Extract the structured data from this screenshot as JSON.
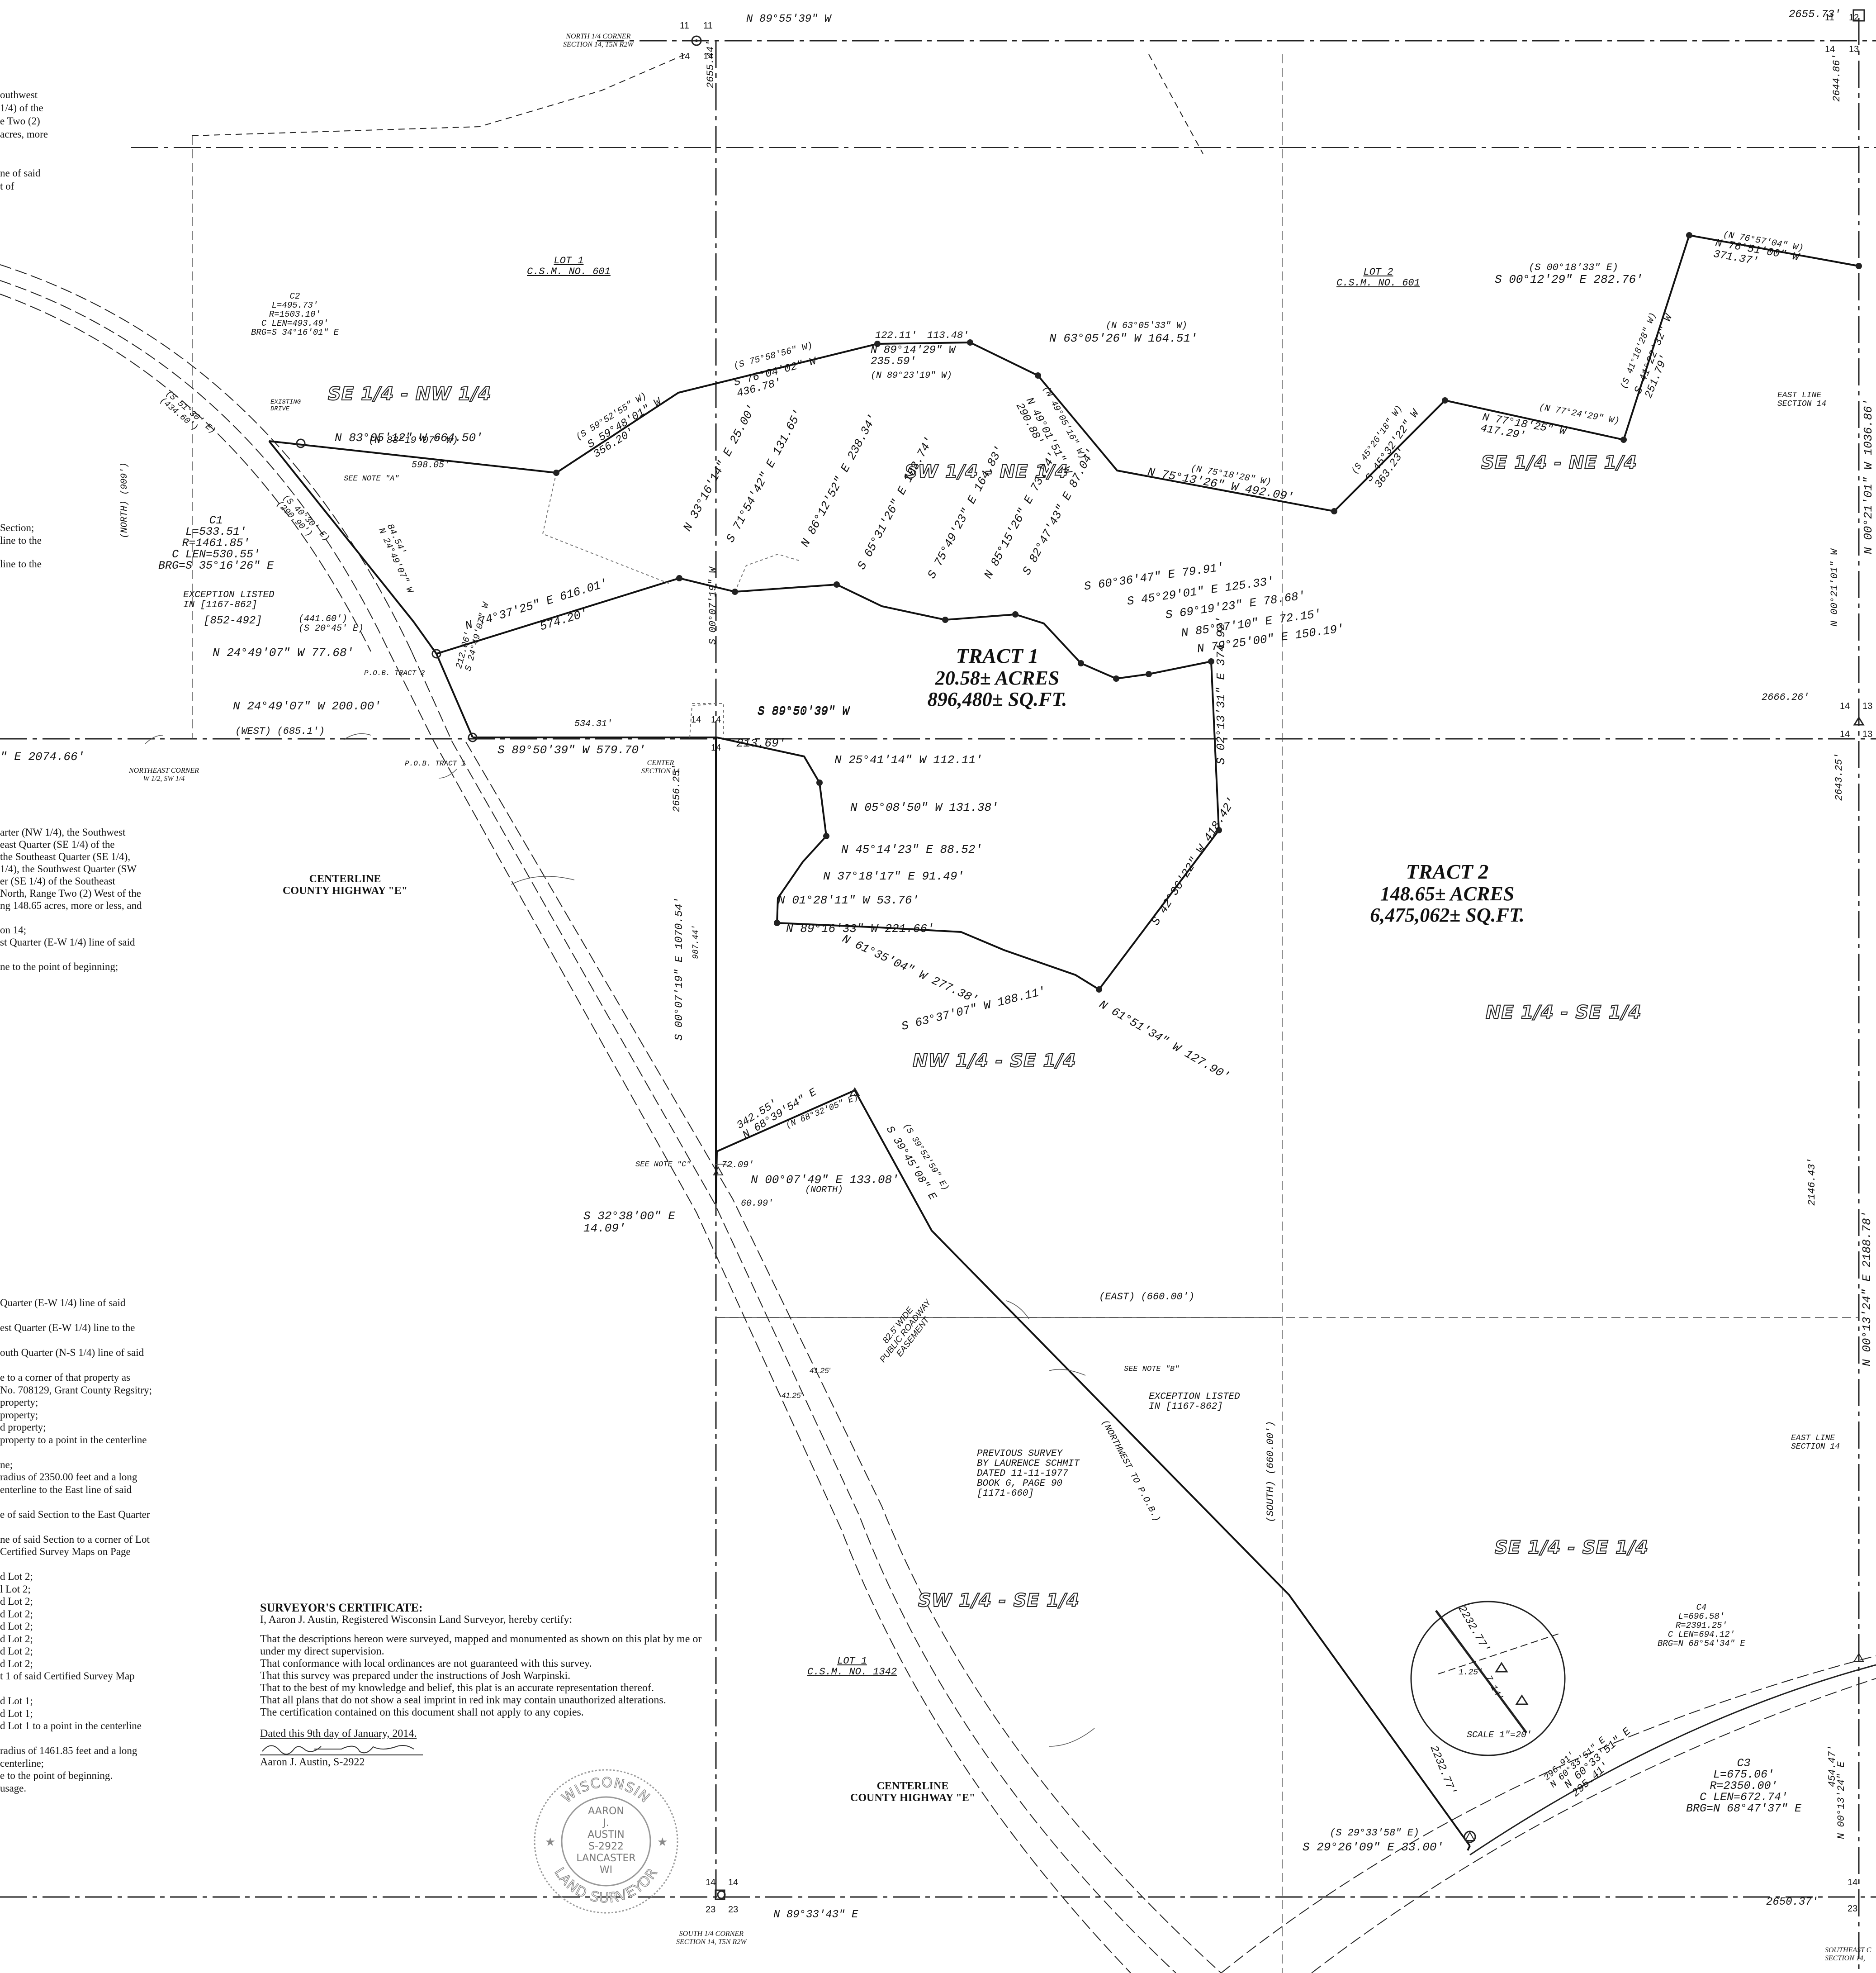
{
  "margin_notes_top": [
    "outhwest",
    "1/4) of the",
    "e Two (2)",
    "acres, more",
    "ne of said",
    "t of"
  ],
  "margin_notes_mid": [
    "Section;",
    "line to the",
    "line to the"
  ],
  "margin_notes_tract2": [
    "arter (NW 1/4), the Southwest",
    "east Quarter (SE 1/4) of the",
    "the Southeast Quarter (SE 1/4),",
    "1/4), the Southwest Quarter (SW",
    "er (SE 1/4) of the Southeast",
    "North, Range Two (2) West of the",
    "ng 148.65 acres, more or less, and",
    "",
    "on 14;",
    "st Quarter (E-W 1/4) line of said",
    "",
    "ne to the point of beginning;"
  ],
  "margin_notes_lower": [
    "Quarter (E-W 1/4) line of said",
    "",
    "est Quarter (E-W 1/4) line to the",
    "",
    "outh Quarter (N-S 1/4) line of said",
    "",
    "e to a corner of that property as",
    "No. 708129, Grant County Regsitry;",
    "property;",
    "property;",
    "d property;",
    "property to a point in the centerline",
    "",
    "ne;",
    "radius of 2350.00 feet and a long",
    "enterline to the East line of said",
    "",
    "e of said Section to the East Quarter",
    "",
    "ne of said Section to a corner of Lot",
    "Certified Survey Maps on Page",
    "",
    "d Lot 2;",
    "l Lot 2;",
    "d Lot 2;",
    "d Lot 2;",
    "d Lot 2;",
    "d Lot 2;",
    "d Lot 2;",
    "d Lot 2;",
    "t 1 of said Certified Survey Map",
    "",
    "d Lot 1;",
    "d Lot 1;",
    "d Lot 1 to a point in the centerline",
    "",
    "radius of 1461.85 feet and a long",
    "centerline;",
    "e to the point of beginning.",
    "usage."
  ],
  "corners": {
    "north_quarter": "NORTH 1/4 CORNER\nSECTION 14, T5N R2W",
    "south_quarter": "SOUTH 1/4 CORNER\nSECTION 14, T5N R2W",
    "southeast": "SOUTHEAST C\nSECTION 14,",
    "northeast_w_half": "NORTHEAST CORNER\nW 1/2, SW 1/4",
    "center": "CENTER\nSECTION 14"
  },
  "section_numbers": {
    "n_a": "11",
    "n_b": "11",
    "n_c": "14",
    "n_d": "14",
    "ne_a": "11",
    "ne_b": "12",
    "ne_c": "14",
    "ne_d": "13",
    "e_a": "14",
    "e_b": "13",
    "e2_a": "14",
    "e2_b": "13",
    "c_a": "14",
    "c_b": "14",
    "c_c": "14",
    "s_a": "14",
    "s_b": "14",
    "s_c": "23",
    "s_d": "23",
    "se_a": "14",
    "se_b": "23"
  },
  "tracts": [
    {
      "name": "TRACT 1",
      "acres": "20.58± ACRES",
      "sqft": "896,480± SQ.FT."
    },
    {
      "name": "TRACT 2",
      "acres": "148.65± ACRES",
      "sqft": "6,475,062± SQ.FT."
    }
  ],
  "quarter_labels": {
    "se_nw": "SE 1/4 - NW 1/4",
    "sw_ne": "SW 1/4 - NE 1/4",
    "se_ne": "SE 1/4 - NE 1/4",
    "ne_se": "NE 1/4 - SE 1/4",
    "nw_se": "NW 1/4 - SE 1/4",
    "sw_se": "SW 1/4 - SE 1/4",
    "se_se": "SE 1/4 - SE 1/4"
  },
  "lots": {
    "lot1_601": "LOT 1\nC.S.M. NO. 601",
    "lot2_601": "LOT 2\nC.S.M. NO. 601",
    "lot1_1342": "LOT 1\nC.S.M. NO. 1342"
  },
  "road": {
    "centerline_upper": "CENTERLINE\nCOUNTY HIGHWAY \"E\"",
    "centerline_lower": "CENTERLINE\nCOUNTY HIGHWAY \"E\"",
    "easement": "82.5' WIDE\nPUBLIC ROADWAY\nEASEMENT",
    "w41a": "41.25'",
    "w41b": "41.25'"
  },
  "curves": {
    "c1": "C1\nL=533.51'\nR=1461.85'\nC LEN=530.55'\nBRG=S 35°16'26\" E",
    "c2": "C2\nL=495.73'\nR=1503.10'\nC LEN=493.49'\nBRG=S 34°16'01\" E",
    "c3": "C3\nL=675.06'\nR=2350.00'\nC LEN=672.74'\nBRG=N 68°47'37\" E",
    "c4": "C4\nL=696.58'\nR=2391.25'\nC LEN=694.12'\nBRG=N 68°54'34\" E"
  },
  "tract1_calls": [
    "N 74°37'25\" E 616.01'",
    "574.20'",
    "N 33°16'14\" E 25.00'",
    "S 71°54'42\" E 131.65'",
    "N 86°12'52\" E 238.34'",
    "S 65°31'26\" E 103.74'",
    "S 75°49'23\" E 164.83'",
    "N 85°15'26\" E 73.24'",
    "S 82°47'43\" E 87.04'",
    "S 60°36'47\" E 79.91'",
    "S 45°29'01\" E 125.33'",
    "S 69°19'23\" E 78.68'",
    "N 85°37'10\" E 72.15'",
    "N 79°25'00\" E 150.19'",
    "S 02°13'31\" E 374.92'",
    "S 42°36'22\" W 418.42'",
    "N 61°51'34\" W 127.90'",
    "S 63°37'07\" W 188.11'",
    "N 61°35'04\" W 277.38'",
    "N 89°16'33\" W 221.66'",
    "N 01°28'11\" W 53.76'",
    "N 37°18'17\" E 91.49'",
    "N 45°14'23\" E 88.52'",
    "N 05°08'50\" W 131.38'",
    "N 25°41'14\" W 112.11'",
    "213.69'",
    "S 89°50'39\" W"
  ],
  "calls": {
    "n895539": "N 89°55'39\" W",
    "d265573": "2655.73'",
    "d265544": "2655.44'",
    "d264486": "2644.86'",
    "n830512": "N 83°05'12\" W 664.50'",
    "n831907": "(N 83°19'07\" W)",
    "d59805": "598.05'",
    "s595255": "(S 59°52'55\" W)",
    "s594801": "S 59°48'01\" W\n356.20'",
    "s755856": "(S 75°58'56\" W)",
    "s760402": "S 76°04'02\" W\n436.78'",
    "d12211": "122.11'",
    "d11348": "113.48'",
    "n891429": "N 89°14'29\" W\n235.59'",
    "n892319": "(N 89°23'19\" W)",
    "n630533": "(N 63°05'33\" W)",
    "n630526": "N 63°05'26\" W 164.51'",
    "n490516": "(N 49°05'16\" W)",
    "n490151": "N 49°01'51\" W\n290.88'",
    "n751828": "(N 75°18'28\" W)",
    "n751326": "N 75°13'26\" W 492.09'",
    "s452618": "(S 45°26'18\" W)",
    "s453222": "S 45°32'22\" W\n363.23'",
    "n772429": "(N 77°24'29\" W)",
    "n771825": "N 77°18'25\" W\n417.29'",
    "s411828": "(S 41°18'28\" W)",
    "s412232": "S 41°22'32\" W\n251.79'",
    "s001833": "(S 00°18'33\" E)",
    "s001229": "S 00°12'29\" E 282.76'",
    "n765704": "(N 76°57'04\" W)",
    "n765100": "N 76°51'00\" W\n371.37'",
    "east_line_a": "EAST LINE\nSECTION 14",
    "n002101": "N 00°21'01\" W 1036.86'",
    "n002101b": "N 00°21'01\" W",
    "d266626": "2666.26'",
    "d264325": "2643.25'",
    "s513030": "(S 51°30' E)\n(434.60')",
    "s403030": "(S 40°30' E)\n(290.90')",
    "note_a": "SEE NOTE \"A\"",
    "existing_drive": "EXISTING\nDRIVE",
    "d8454": "84.54'\nN 24°49'07\" W",
    "north909": "(NORTH) (909')",
    "exception_a": "EXCEPTION LISTED\nIN [1167-862]",
    "ref852": "[852-492]",
    "d44160": "(441.60')\n(S 20°45' E)",
    "n244907a": "N 24°49'07\" W 77.68'",
    "pob2": "P.O.B. TRACT 2",
    "d21206": "212.06'\nS 24°49'07\" W",
    "n244907b": "N 24°49'07\" W 200.00'",
    "west685": "(WEST) (685.1')",
    "d53431": "534.31'",
    "s895039a": "S 89°50'39\" W 579.70'",
    "pob1": "P.O.B. TRACT 1",
    "e207466": "\" E 2074.66'",
    "s000719a": "S 00°07'19\" W",
    "d265625": "2656.25'",
    "s000719b": "S 00°07'19\" E 1070.54'",
    "d98744": "987.44'",
    "s895039b": "S 89°50'39\" W",
    "n683954": "342.55'\nN 68°39'54\" E",
    "n683205": "(N 68°32'05\" E)",
    "s395259": "(S 39°52'59\" E)",
    "s394508": "S 39°45'08\" E",
    "note_c": "SEE NOTE \"C\"",
    "d7209": "72.09'",
    "n000749": "N 00°07'49\" E 133.08'",
    "north": "(NORTH)",
    "d6099": "60.99'",
    "s323800": "S 32°38'00\" E\n14.09'",
    "east660": "(EAST) (660.00')",
    "note_b": "SEE NOTE \"B\"",
    "exception_b": "EXCEPTION LISTED\nIN [1167-862]",
    "nw_pob": "(NORTHWEST TO P.O.B.)",
    "south660": "(SOUTH) (660.00')",
    "prev_survey": "PREVIOUS SURVEY\nBY LAURENCE SCHMIT\nDATED 11-11-1977\nBOOK G, PAGE 90\n[1171-660]",
    "d214643": "2146.43'",
    "n001324a": "N 00°13'24\" E 2188.78'",
    "east_line_b": "EAST LINE\nSECTION 14",
    "d223277a": "2232.77'",
    "d125": "1.25'",
    "d714": "7.14'",
    "scale": "SCALE 1\"=20'",
    "d223277b": "2232.77'",
    "d29691": "296.91'\nN 60°33'51\" E",
    "n603351": "N 60°33'51\" E\n295.41'",
    "s293358": "(S 29°33'58\" E)",
    "s292609": "S 29°26'09\" E 33.00'",
    "d45447": "454.47'",
    "n001324b": "N 00°13'24\" E",
    "n893343": "N 89°33'43\" E",
    "d265037": "2650.37'"
  },
  "certificate": {
    "title": "SURVEYOR'S CERTIFICATE:",
    "intro": "I, Aaron J. Austin, Registered Wisconsin Land Surveyor, hereby certify:",
    "p1": "That the descriptions hereon were surveyed, mapped and monumented as shown on this plat by me or under my direct supervision.",
    "p2": "That conformance with local ordinances are not guaranteed with this survey.",
    "p3": "That this survey was prepared under the instructions of Josh Warpinski.",
    "p4": "That to the best of my knowledge and belief, this plat is an accurate representation thereof.",
    "p5": "That all plans that do not show a seal imprint in red ink may contain unauthorized alterations.",
    "p6": "The certification contained on this document shall not apply to any copies.",
    "dated": "Dated this 9th day of January, 2014.",
    "signer": "Aaron J. Austin, S-2922"
  },
  "seal": {
    "top": "WISCONSIN",
    "bottom": "LAND SURVEYOR",
    "line1": "AARON",
    "line2": "J.",
    "line3": "AUSTIN",
    "line4": "S-2922",
    "line5": "LANCASTER",
    "line6": "WI"
  },
  "colors": {
    "ink": "#1a1a1a",
    "fence": "#777777",
    "paper": "#ffffff"
  }
}
